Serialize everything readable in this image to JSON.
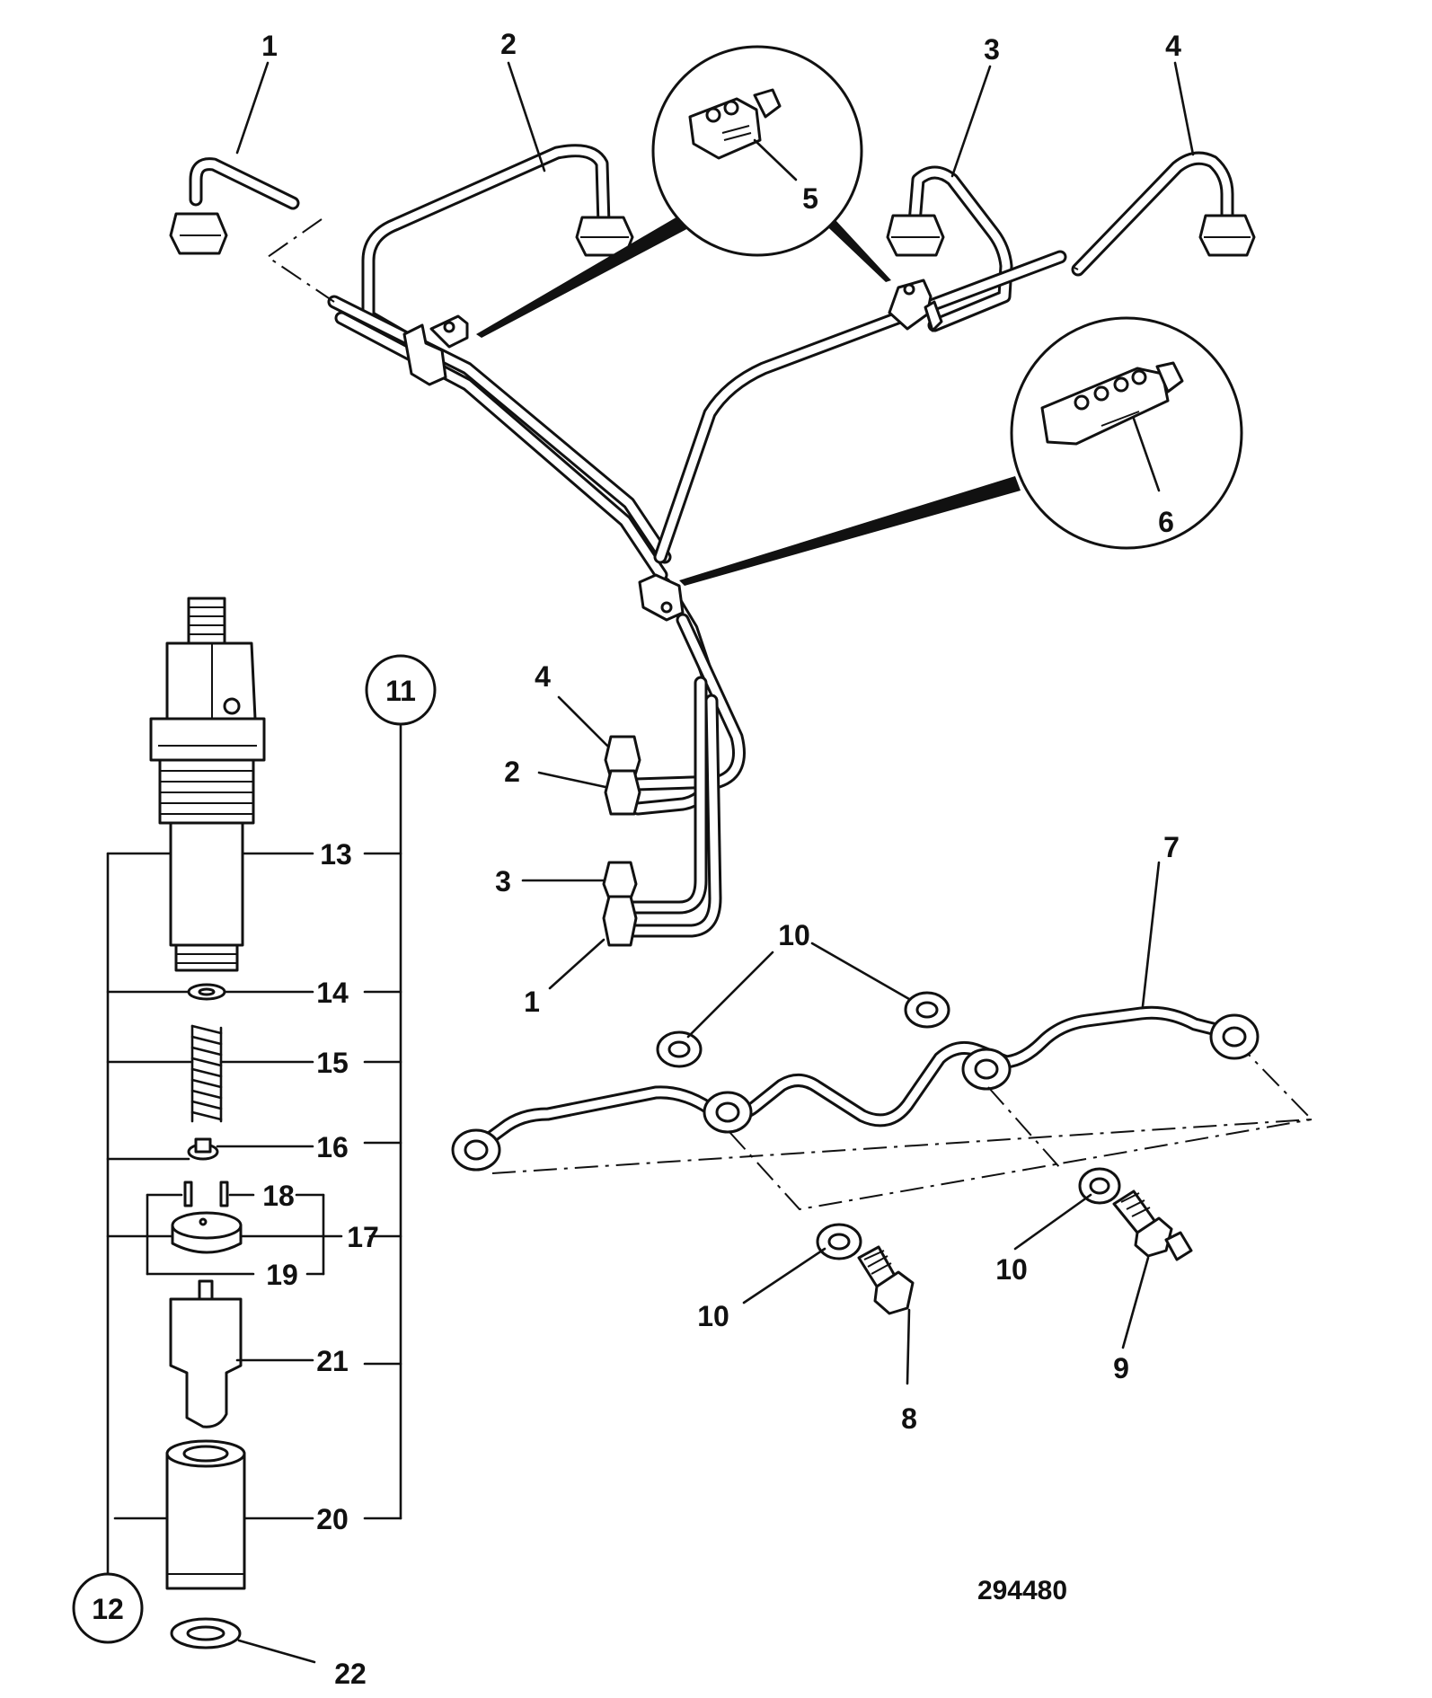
{
  "drawing_number": "294480",
  "callouts": {
    "c1": "1",
    "c2": "2",
    "c3": "3",
    "c4": "4",
    "c5": "5",
    "c6": "6",
    "c7": "7",
    "c8": "8",
    "c9": "9",
    "c10": "10",
    "c11": "11",
    "c12": "12",
    "c13": "13",
    "c14": "14",
    "c15": "15",
    "c16": "16",
    "c17": "17",
    "c18": "18",
    "c19": "19",
    "c20": "20",
    "c21": "21",
    "c22": "22"
  }
}
